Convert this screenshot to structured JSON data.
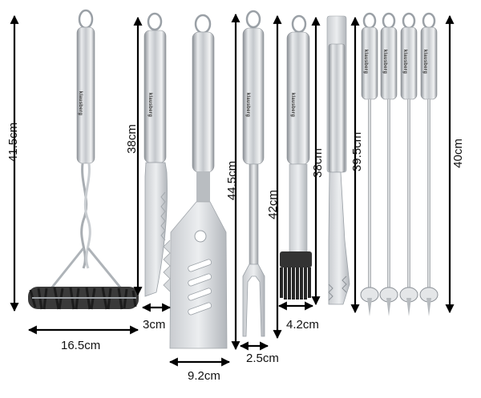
{
  "brand": "klausberg",
  "labels": {
    "brush_height": "41.5cm",
    "brush_width": "16.5cm",
    "knife_height": "38cm",
    "knife_width": "3cm",
    "spatula_height": "44.5cm",
    "spatula_width": "9.2cm",
    "fork_height": "42cm",
    "fork_width": "2.5cm",
    "basting_brush_width": "4.2cm",
    "tongs_height": "38cm",
    "skewer_height_left": "39.5cm",
    "skewer_height_right": "40cm"
  },
  "colors": {
    "steel_light": "#e4e6e8",
    "steel_mid": "#b7bbbf",
    "steel_dark": "#7d8288",
    "bristle": "#2e2e2e",
    "silicone": "#2a2a2a",
    "arrow": "#000000"
  }
}
